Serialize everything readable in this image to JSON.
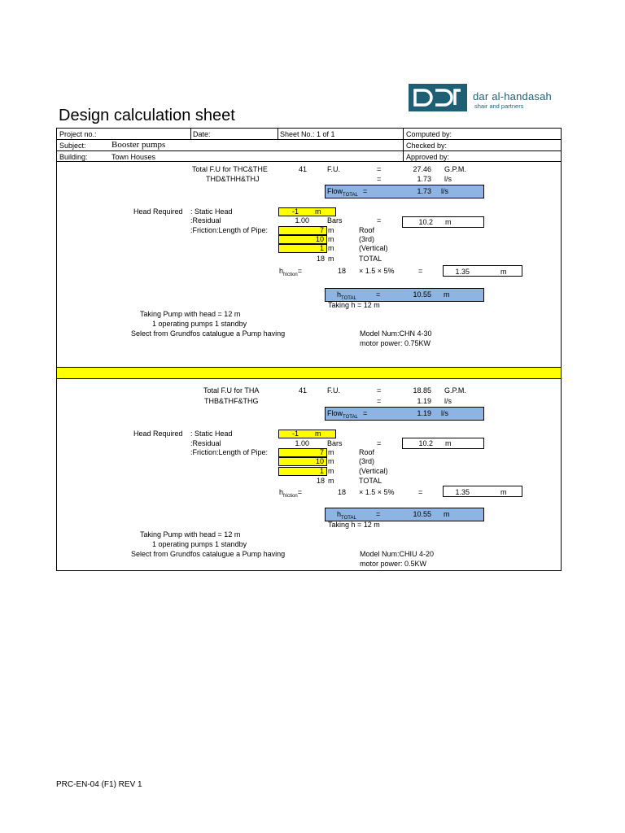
{
  "logo": {
    "name": "dar al-handasah",
    "tagline": "shair and partners",
    "mark_color": "#1f5f74"
  },
  "title": "Design calculation sheet",
  "header": {
    "project_label": "Project no.:",
    "date_label": "Date:",
    "sheet_label": "Sheet No.:  1  of  1",
    "computed_label": "Computed by:",
    "subject_label": "Subject:",
    "subject_value": "Booster pumps",
    "checked_label": "Checked by:",
    "building_label": "Building:",
    "building_value": "Town Houses",
    "approved_label": "Approved by:"
  },
  "sections": [
    {
      "fu_label_line1": "Total F.U for THC&THE",
      "fu_label_line2": "THD&THH&THJ",
      "fu_value": "41",
      "fu_unit": "F.U.",
      "eq": "=",
      "gpm_value": "27.46",
      "gpm_unit": "G.P.M.",
      "ls_value": "1.73",
      "ls_unit": "l/s",
      "flow_label": "Flow",
      "flow_sub": "TOTAL",
      "flow_value": "1.73",
      "flow_unit": "l/s",
      "head_required": "Head Required",
      "static_head": ": Static Head",
      "static_value": "-1",
      "static_unit": "m",
      "residual": ":Residual",
      "residual_value": "1.00",
      "residual_unit": "Bars",
      "residual_m": "10.2",
      "residual_m_unit": "m",
      "friction": ":Friction:Length of Pipe:",
      "pipe_1_value": "7",
      "pipe_1_unit": "m",
      "pipe_1_label": "Roof",
      "pipe_2_value": "10",
      "pipe_2_unit": "m",
      "pipe_2_label": "(3rd)",
      "pipe_3_value": "1",
      "pipe_3_unit": "m",
      "pipe_3_label": "(Vertical)",
      "pipe_total_value": "18",
      "pipe_total_unit": "m",
      "pipe_total_label": "TOTAL",
      "hfriction_label": "h",
      "hfriction_sub": "friction",
      "hfriction_eq": "=",
      "hfriction_len": "18",
      "hfriction_formula": "× 1.5 × 5%",
      "hfriction_value": "1.35",
      "hfriction_unit": "m",
      "htotal_label": "h",
      "htotal_sub": "TOTAL",
      "htotal_value": "10.55",
      "htotal_unit": "m",
      "taking_h": "Taking h = 12 m",
      "taking_pump": "Taking Pump with head = 12 m",
      "operating": "1 operating pumps 1 standby",
      "select": "Select from Grundfos catalugue a Pump having",
      "model": "Model Num:CHN 4-30",
      "motor": "motor power: 0.75KW"
    },
    {
      "fu_label_line1": "Total F.U for THA",
      "fu_label_line2": "THB&THF&THG",
      "fu_value": "41",
      "fu_unit": "F.U.",
      "eq": "=",
      "gpm_value": "18.85",
      "gpm_unit": "G.P.M.",
      "ls_value": "1.19",
      "ls_unit": "l/s",
      "flow_label": "Flow",
      "flow_sub": "TOTAL",
      "flow_value": "1.19",
      "flow_unit": "l/s",
      "head_required": "Head Required",
      "static_head": ": Static Head",
      "static_value": "-1",
      "static_unit": "m",
      "residual": ":Residual",
      "residual_value": "1.00",
      "residual_unit": "Bars",
      "residual_m": "10.2",
      "residual_m_unit": "m",
      "friction": ":Friction:Length of Pipe:",
      "pipe_1_value": "7",
      "pipe_1_unit": "m",
      "pipe_1_label": "Roof",
      "pipe_2_value": "10",
      "pipe_2_unit": "m",
      "pipe_2_label": "(3rd)",
      "pipe_3_value": "1",
      "pipe_3_unit": "m",
      "pipe_3_label": "(Vertical)",
      "pipe_total_value": "18",
      "pipe_total_unit": "m",
      "pipe_total_label": "TOTAL",
      "hfriction_label": "h",
      "hfriction_sub": "friction",
      "hfriction_eq": "=",
      "hfriction_len": "18",
      "hfriction_formula": "× 1.5 × 5%",
      "hfriction_value": "1.35",
      "hfriction_unit": "m",
      "htotal_label": "h",
      "htotal_sub": "TOTAL",
      "htotal_value": "10.55",
      "htotal_unit": "m",
      "taking_h": "Taking h = 12 m",
      "taking_pump": "Taking Pump with head = 12 m",
      "operating": "1 operating pumps 1 standby",
      "select": "Select from Grundfos catalugue a Pump having",
      "model": "Model Num:CHIU 4-20",
      "motor": "motor power: 0.5KW"
    }
  ],
  "footer": {
    "code": "PRC-EN-04 (F1) REV 1"
  },
  "colors": {
    "highlight_yellow": "#ffff00",
    "total_blue": "#8db4e2"
  }
}
